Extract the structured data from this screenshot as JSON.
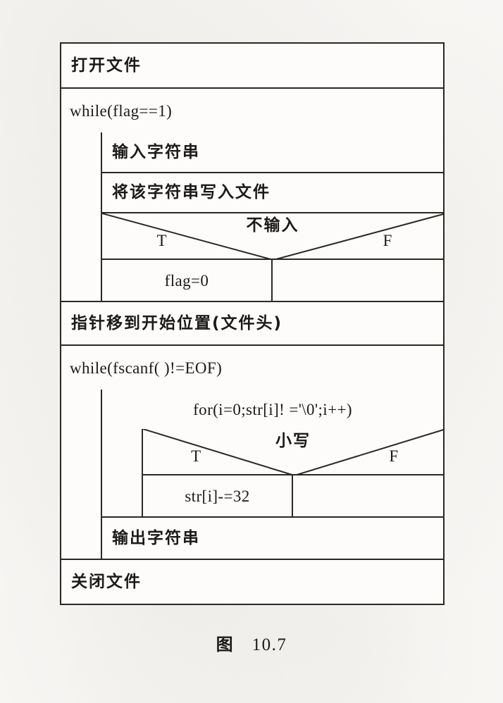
{
  "figure": {
    "caption_label": "图",
    "caption_number": "10.7"
  },
  "chart_data": {
    "type": "diagram",
    "diagram_kind": "nassi-shneiderman-flowchart",
    "title": "图 10.7",
    "blocks": [
      {
        "id": "open-file",
        "kind": "statement",
        "text": "打开文件",
        "depth": 0
      },
      {
        "id": "while-flag",
        "kind": "loop",
        "text": "while(flag==1)",
        "depth": 0
      },
      {
        "id": "input-string",
        "kind": "statement",
        "text": "输入字符串",
        "depth": 1
      },
      {
        "id": "write-string",
        "kind": "statement",
        "text": "将该字符串写入文件",
        "depth": 1
      },
      {
        "id": "cond-no-input",
        "kind": "condition",
        "text": "不输入",
        "true_label": "T",
        "false_label": "F",
        "depth": 1
      },
      {
        "id": "flag-zero",
        "kind": "statement",
        "text": "flag=0",
        "branch": "true",
        "depth": 2
      },
      {
        "id": "flag-empty",
        "kind": "statement",
        "text": "",
        "branch": "false",
        "depth": 2
      },
      {
        "id": "seek-start",
        "kind": "statement",
        "text": "指针移到开始位置(文件头)",
        "depth": 0
      },
      {
        "id": "while-fscanf",
        "kind": "loop",
        "text": "while(fscanf(   )!=EOF)",
        "depth": 0
      },
      {
        "id": "for-loop",
        "kind": "loop",
        "text": "for(i=0;str[i]! ='\\0';i++)",
        "depth": 1
      },
      {
        "id": "cond-lowercase",
        "kind": "condition",
        "text": "小写",
        "true_label": "T",
        "false_label": "F",
        "depth": 2
      },
      {
        "id": "minus-32",
        "kind": "statement",
        "text": "str[i]-=32",
        "branch": "true",
        "depth": 3
      },
      {
        "id": "minus-empty",
        "kind": "statement",
        "text": "",
        "branch": "false",
        "depth": 3
      },
      {
        "id": "output-string",
        "kind": "statement",
        "text": "输出字符串",
        "depth": 1
      },
      {
        "id": "close-file",
        "kind": "statement",
        "text": "关闭文件",
        "depth": 0
      }
    ],
    "colors": {
      "line": "#2b2724",
      "page_background": "#fbfaf8",
      "box_background": "#fdfcfa"
    }
  }
}
